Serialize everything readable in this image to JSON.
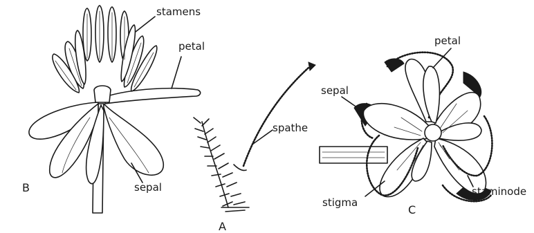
{
  "figure": {
    "panels": [
      {
        "id": "B",
        "panel_letter": "B",
        "labels": {
          "stamens": "stamens",
          "petal": "petal",
          "sepal": "sepal"
        }
      },
      {
        "id": "A",
        "panel_letter": "A",
        "labels": {
          "spathe": "spathe"
        }
      },
      {
        "id": "C",
        "panel_letter": "C",
        "labels": {
          "petal": "petal",
          "sepal": "sepal",
          "stigma": "stigma",
          "staminode": "staminode"
        }
      }
    ]
  }
}
